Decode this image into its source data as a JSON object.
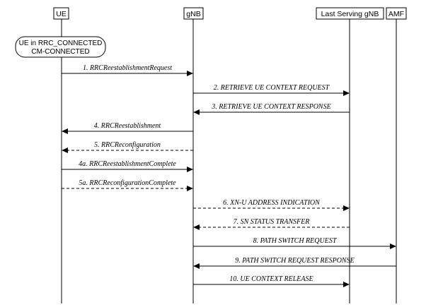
{
  "entities": [
    {
      "id": "ue",
      "label": "UE"
    },
    {
      "id": "gnb",
      "label": "gNB"
    },
    {
      "id": "lsgnb",
      "label": "Last Serving gNB"
    },
    {
      "id": "amf",
      "label": "AMF"
    }
  ],
  "state_note": {
    "line1": "UE in RRC_CONNECTED",
    "line2": "CM-CONNECTED"
  },
  "messages": [
    {
      "from": "ue",
      "to": "gnb",
      "label": "1. RRCReestablishmentRequest",
      "dashed": false
    },
    {
      "from": "gnb",
      "to": "lsgnb",
      "label": "2. RETRIEVE UE CONTEXT REQUEST",
      "dashed": false
    },
    {
      "from": "lsgnb",
      "to": "gnb",
      "label": "3. RETRIEVE UE CONTEXT RESPONSE",
      "dashed": false
    },
    {
      "from": "gnb",
      "to": "ue",
      "label": "4. RRCReestablishment",
      "dashed": false
    },
    {
      "from": "gnb",
      "to": "ue",
      "label": "5. RRCReconfiguration",
      "dashed": true
    },
    {
      "from": "ue",
      "to": "gnb",
      "label": "4a. RRCReestablishmentComplete",
      "dashed": false
    },
    {
      "from": "ue",
      "to": "gnb",
      "label": "5a. RRCReconfigurationComplete",
      "dashed": true
    },
    {
      "from": "gnb",
      "to": "lsgnb",
      "label": "6. XN-U ADDRESS INDICATION",
      "dashed": true
    },
    {
      "from": "lsgnb",
      "to": "gnb",
      "label": "7. SN STATUS TRANSFER",
      "dashed": true
    },
    {
      "from": "gnb",
      "to": "amf",
      "label": "8. PATH SWITCH REQUEST",
      "dashed": false
    },
    {
      "from": "amf",
      "to": "gnb",
      "label": "9. PATH SWITCH REQUEST RESPONSE",
      "dashed": false
    },
    {
      "from": "gnb",
      "to": "lsgnb",
      "label": "10. UE CONTEXT RELEASE",
      "dashed": false
    }
  ]
}
